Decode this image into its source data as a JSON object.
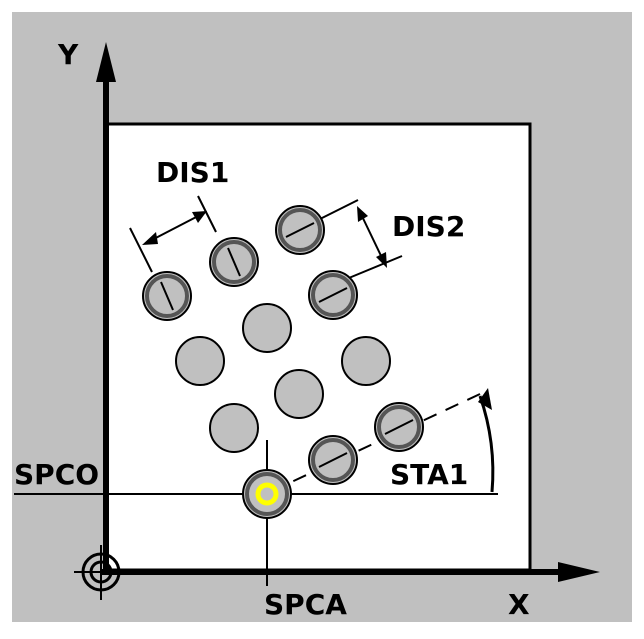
{
  "labels": {
    "axis_y": "Y",
    "axis_x": "X",
    "dis1": "DIS1",
    "dis2": "DIS2",
    "spco": "SPCO",
    "spca": "SPCA",
    "sta1": "STA1"
  },
  "colors": {
    "background": "#c0c0c0",
    "workpiece": "#ffffff",
    "hole_fill": "#c0c0c0",
    "hole_rim": "#555555",
    "start_marker": "#ffff00",
    "line": "#000000"
  },
  "icons": {
    "origin": "reference-point-icon",
    "start": "start-hole-marker-icon"
  }
}
